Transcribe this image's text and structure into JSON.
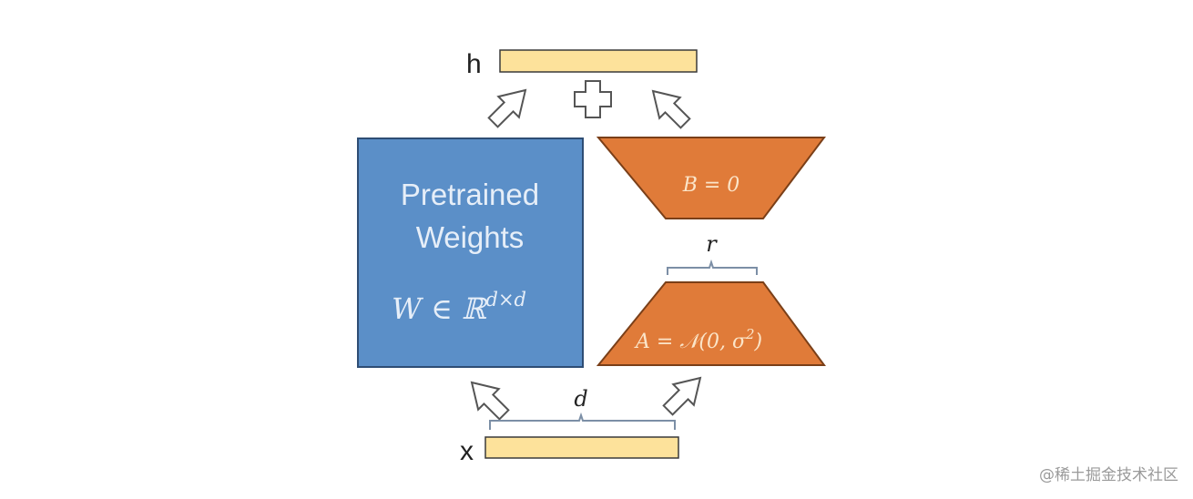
{
  "diagram": {
    "output_label": "h",
    "input_label": "x",
    "pretrained_line1": "Pretrained",
    "pretrained_line2": "Weights",
    "pretrained_math": "W ∈ ℝ",
    "pretrained_math_sup": "d×d",
    "matrix_b": "B = 0",
    "matrix_a": "A = 𝒩(0, σ",
    "matrix_a_sup": "2",
    "matrix_a_close": ")",
    "rank_label": "r",
    "dim_label": "d"
  },
  "watermark": "@稀土掘金技术社区",
  "colors": {
    "pretrained_fill": "#5b8fc8",
    "pretrained_stroke": "#2e4d74",
    "lowrank_fill": "#e07b39",
    "lowrank_stroke": "#7a3f18",
    "vector_fill": "#fde29b"
  }
}
